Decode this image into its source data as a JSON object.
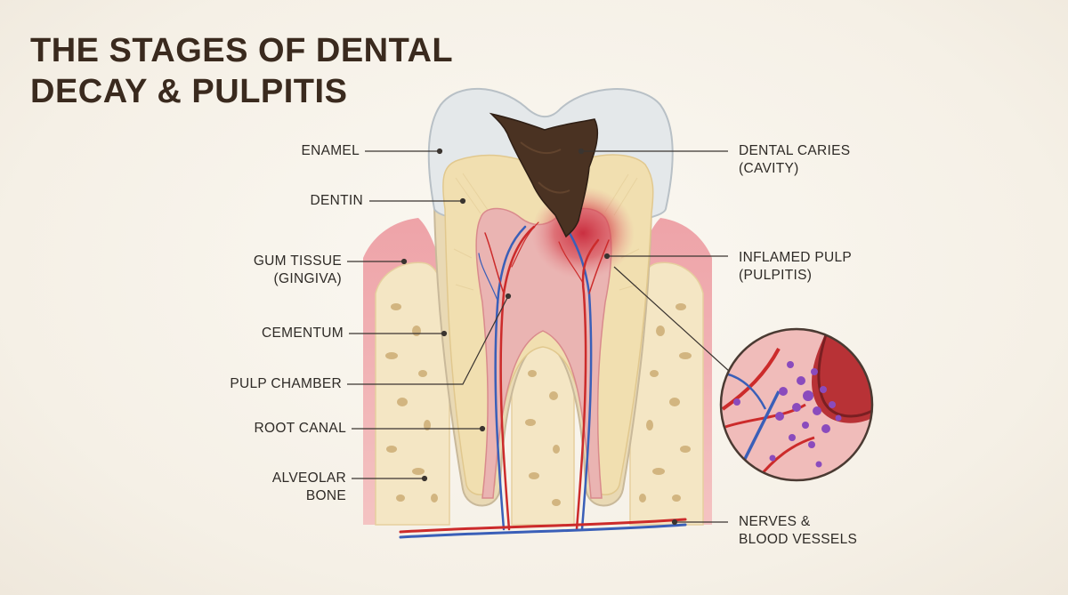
{
  "title": {
    "line1": "THE STAGES OF DENTAL",
    "line2": "DECAY & PULPITIS"
  },
  "labels": {
    "enamel": "ENAMEL",
    "dentin": "DENTIN",
    "gum_line1": "GUM TISSUE",
    "gum_line2": "(GINGIVA)",
    "cementum": "CEMENTUM",
    "pulp_chamber": "PULP CHAMBER",
    "root_canal": "ROOT CANAL",
    "alveolar_line1": "ALVEOLAR",
    "alveolar_line2": "BONE",
    "caries_line1": "DENTAL CARIES",
    "caries_line2": "(CAVITY)",
    "pulp_line1": "INFLAMED PULP",
    "pulp_line2": "(PULPITIS)",
    "nerves_line1": "NERVES &",
    "nerves_line2": "BLOOD VESSELS"
  },
  "colors": {
    "title": "#3a2a1e",
    "enamel": "#e4e8ea",
    "dentin": "#f1dfb0",
    "pulp": "#eab4b2",
    "gum": "#e9a4a8",
    "bone": "#f4e6c4",
    "decay": "#4a3222",
    "inflammation": "#c8283a",
    "artery": "#cc2b2b",
    "vein": "#3a5fb8",
    "bacteria": "#8a4bbd"
  }
}
